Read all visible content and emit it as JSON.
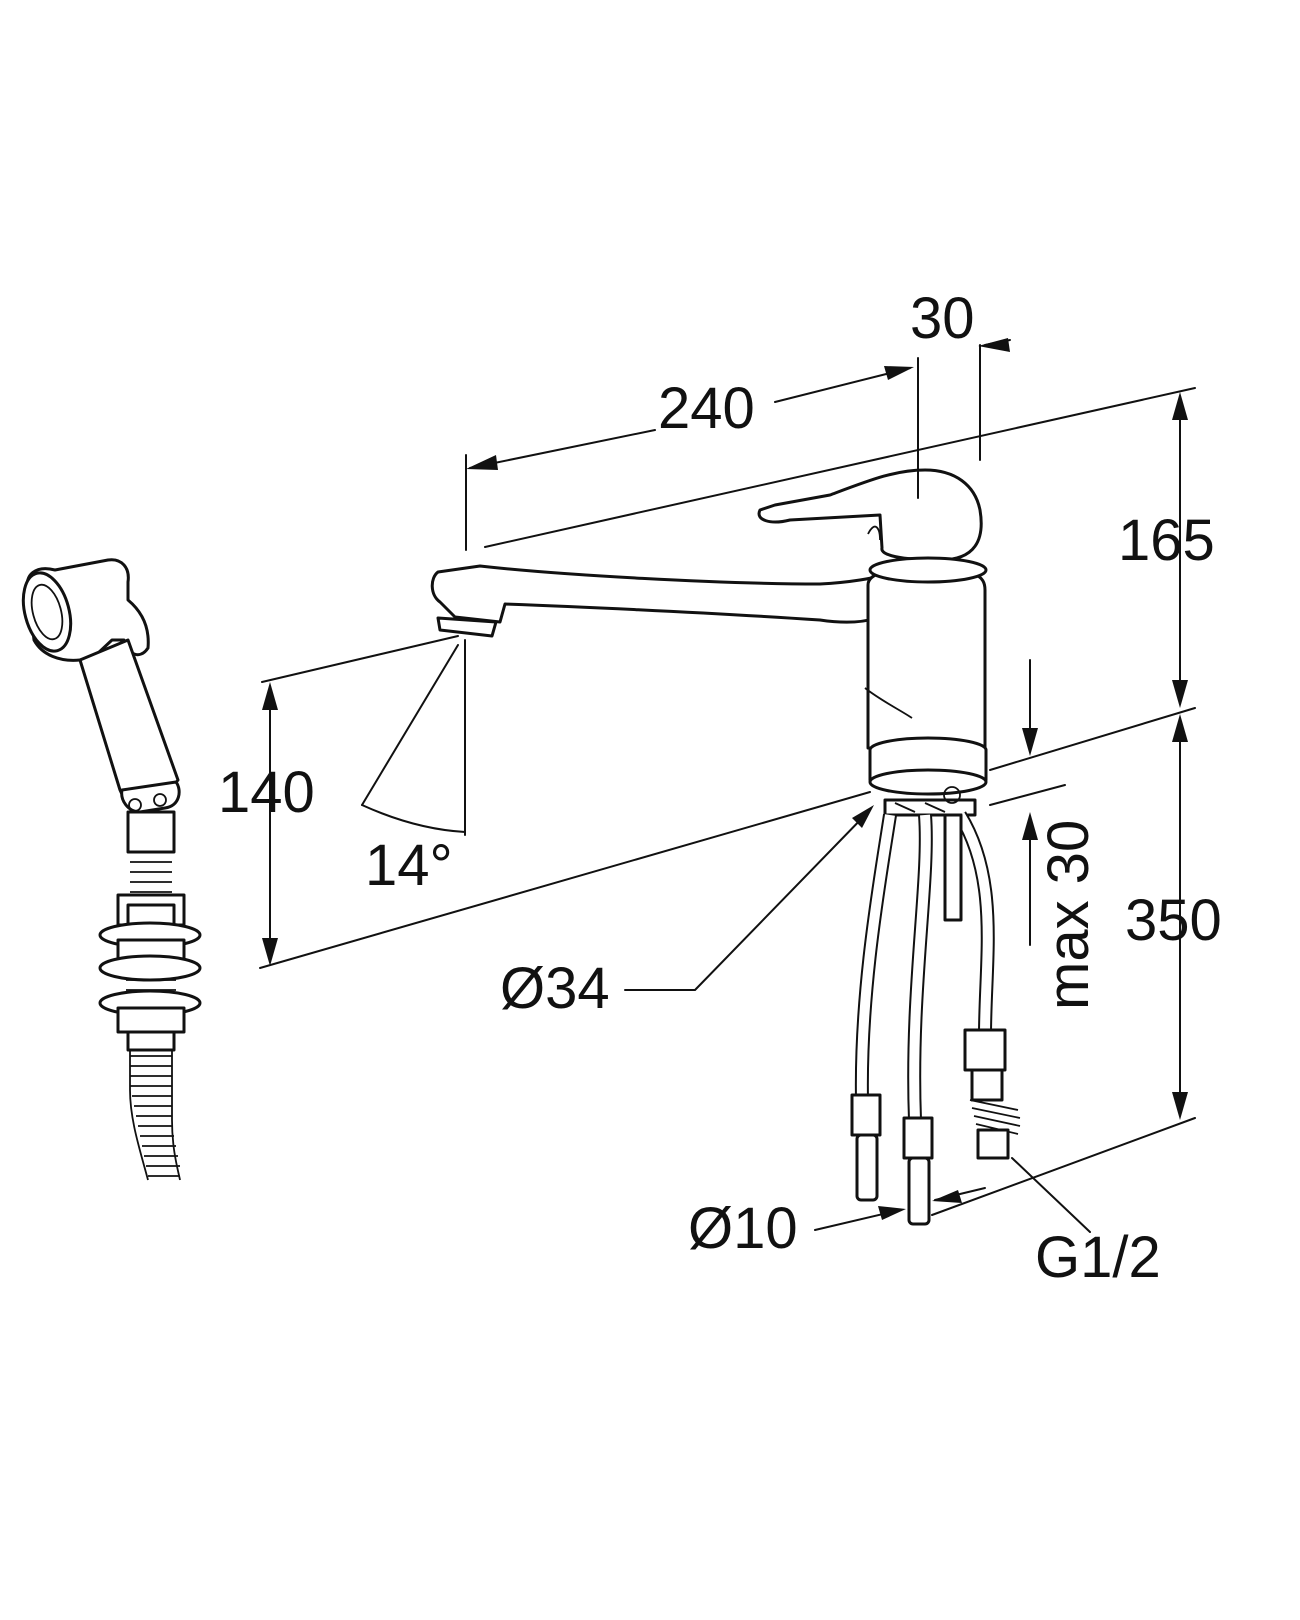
{
  "colors": {
    "line": "#111111",
    "background": "#ffffff"
  },
  "dimensions": {
    "width_30": "30",
    "length_240": "240",
    "height_165": "165",
    "height_140": "140",
    "angle_14": "14°",
    "hole_diameter": "Ø34",
    "deck_thickness": "max 30",
    "hose_length": "350",
    "pipe_diameter": "Ø10",
    "thread": "G1/2"
  },
  "icons": {
    "hand_shower": "hand-shower-icon",
    "faucet": "mixer-faucet-icon"
  }
}
